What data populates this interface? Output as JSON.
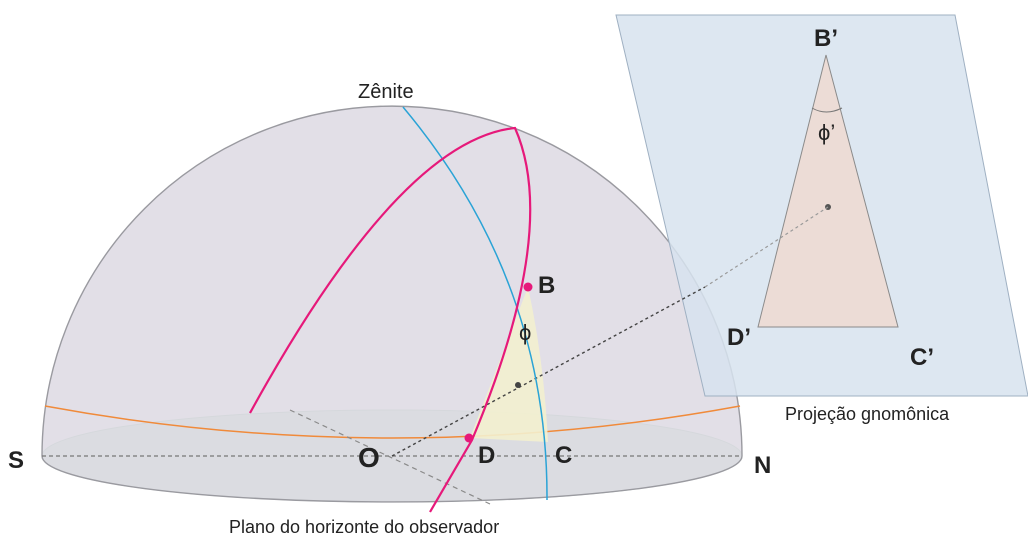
{
  "labels": {
    "zenith": "Zênite",
    "south": "S",
    "north": "N",
    "origin": "O",
    "point_b": "B",
    "point_c": "C",
    "point_d": "D",
    "angle_phi": "ϕ",
    "proj_b": "B’",
    "proj_c": "C’",
    "proj_d": "D’",
    "proj_angle_phi": "ϕ’",
    "projection_caption": "Projeção gnomônica",
    "horizon_caption": "Plano do horizonte do observador"
  },
  "colors": {
    "dome_fill": "#dcd8e2",
    "dome_stroke": "#9a9aa0",
    "horizon_plane": "#d6ecdc",
    "horizon_ring": "#f08a3a",
    "great_circle": "#e6197a",
    "meridian": "#2aa3d6",
    "spherical_triangle": "#f3efcf",
    "projection_plane": "#d7e3ef",
    "projection_triangle": "#ecdcd6",
    "dashed_line": "#555555",
    "text": "#222222"
  }
}
